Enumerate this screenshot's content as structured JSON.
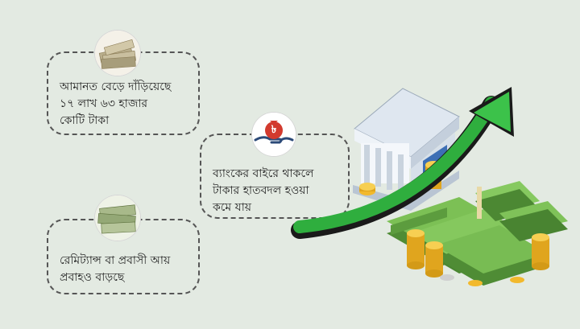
{
  "cards": [
    {
      "text": "আমানত বেড়ে দাঁড়িয়েছে\n১৭ লাখ ৬৩ হাজার\nকোটি টাকা",
      "icon": "money-stack-icon"
    },
    {
      "text": "ব্যাংকের বাইরে থাকলে\nটাকার হাতবদল হওয়া\nকমে যায়",
      "icon": "money-bag-hand-icon"
    },
    {
      "text": "রেমিট্যান্স বা প্রবাসী আয়\nপ্রবাহও বাড়ছে",
      "icon": "dollar-bundle-icon"
    }
  ],
  "colors": {
    "background": "#e3eae2",
    "arrow": "#2fae3e",
    "bank": "#e8eef5",
    "cash": "#6fb24a",
    "coin": "#f2b92c"
  },
  "icons": {
    "bag_symbol": "৳"
  }
}
